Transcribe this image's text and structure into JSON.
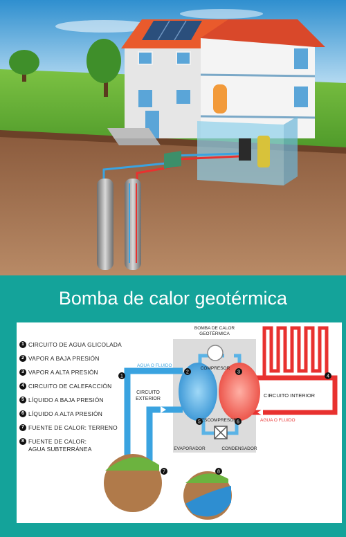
{
  "title": "Bomba de calor geotérmica",
  "legend": [
    {
      "num": "1",
      "label": "CIRCUITO DE AGUA GLICOLADA"
    },
    {
      "num": "2",
      "label": "VAPOR A BAJA PRESIÓN"
    },
    {
      "num": "3",
      "label": "VAPOR A ALTA PRESIÓN"
    },
    {
      "num": "4",
      "label": "CIRCUITO DE CALEFACCIÓN"
    },
    {
      "num": "5",
      "label": "LÍQUIDO A BAJA PRESIÓN"
    },
    {
      "num": "6",
      "label": "LÍQUIDO A ALTA PRESIÓN"
    },
    {
      "num": "7",
      "label": "FUENTE DE CALOR: TERRENO"
    },
    {
      "num": "8",
      "label": "FUENTE DE CALOR:",
      "label2": "AGUA SUBTERRÁNEA"
    }
  ],
  "labels": {
    "pump_title_1": "BOMBA DE CALOR",
    "pump_title_2": "GEOTÉRMICA",
    "compressor": "COMPRESOR",
    "expander": "DESCOMPRESOR",
    "evaporator": "EVAPORADOR",
    "condenser": "CONDENSADOR",
    "outer_circuit_1": "CIRCUITO",
    "outer_circuit_2": "EXTERIOR",
    "inner_circuit": "CIRCUITO INTERIOR",
    "fluid_left": "AGUA O FLUIDO",
    "fluid_right": "AGUA O FLUIDO"
  },
  "markers": {
    "m1": "1",
    "m2": "2",
    "m3": "3",
    "m4": "4",
    "m5": "5",
    "m6": "6",
    "m7": "7",
    "m8": "8"
  },
  "colors": {
    "background": "#14a39a",
    "cold": "#3aa3e0",
    "hot": "#e8312f",
    "ground": "#b07a4a"
  }
}
